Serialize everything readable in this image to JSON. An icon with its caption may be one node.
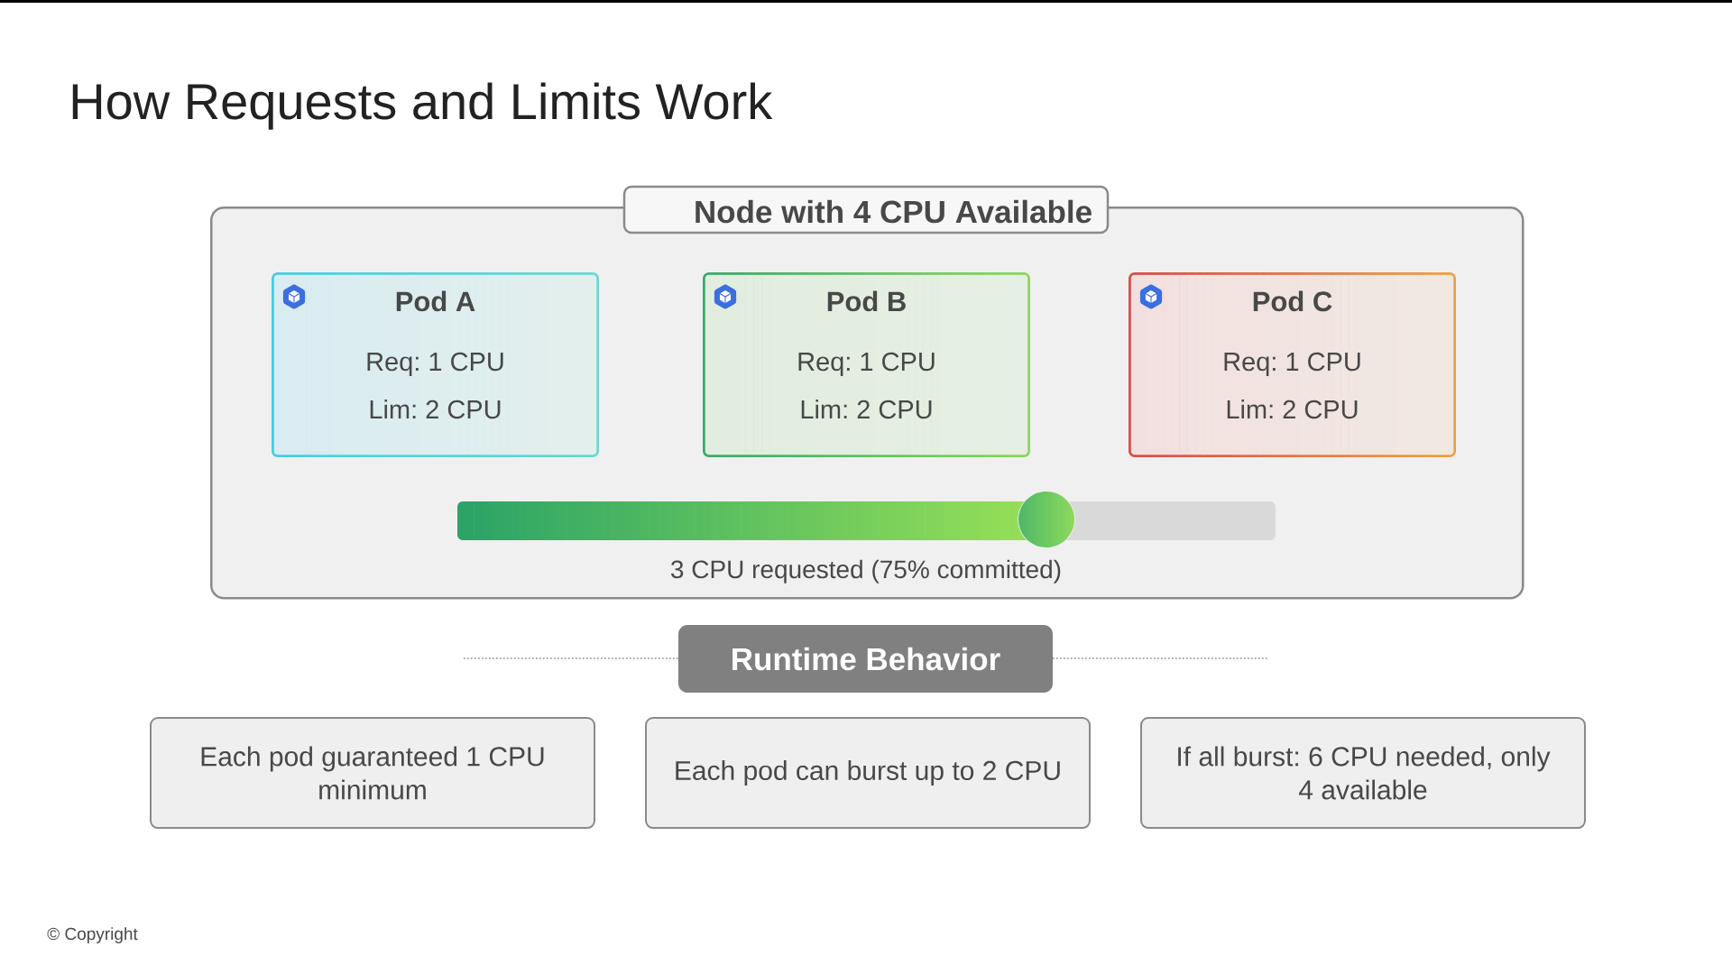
{
  "diagram": {
    "title": "How Requests and Limits Work",
    "nodes": [
      {
        "text": [
          "Node with 4 CPU Available"
        ]
      },
      {
        "text": [
          "Pod A",
          "Req: 1 CPU",
          "Lim: 2 CPU"
        ],
        "in": 0
      },
      {
        "text": [
          "Pod B",
          "Req: 1 CPU",
          "Lim: 2 CPU"
        ],
        "in": 0
      },
      {
        "text": [
          "Pod C",
          "Req: 1 CPU",
          "Lim: 2 CPU"
        ],
        "in": 0
      },
      {
        "text": [
          "Runtime Behavior"
        ]
      },
      {
        "text": [
          "Each pod guaranteed 1 CPU minimum"
        ]
      },
      {
        "text": [
          "Each pod can burst up to 2 CPU"
        ]
      },
      {
        "text": [
          "If all burst: 6 CPU needed, only 4 available"
        ]
      }
    ],
    "labels": [
      "3 CPU requested (75% committed)",
      "© Copyright"
    ]
  }
}
